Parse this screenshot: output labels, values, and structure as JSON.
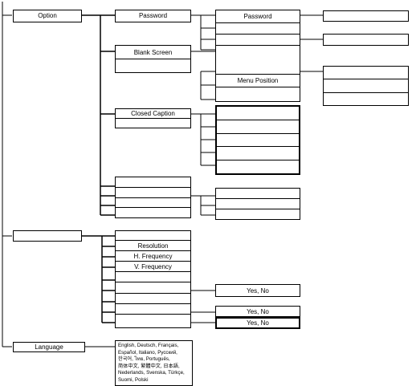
{
  "menu": {
    "option": "Option",
    "password": "Password",
    "password_sub": "Password",
    "blank_screen": "Blank Screen",
    "menu_position": "Menu Position",
    "closed_caption": "Closed Caption",
    "resolution": "Resolution",
    "h_frequency": "H. Frequency",
    "v_frequency": "V. Frequency",
    "yes_no_1": "Yes, No",
    "yes_no_2": "Yes, No",
    "yes_no_3": "Yes, No",
    "language": "Language",
    "language_options": "English, Deutsch, Français,\nEspañol, Italiano, Русский,\n한국어, ไทย, Português,\n简体中文, 繁體中文, 日本語,\nNederlands, Svenska, Türkçe,\nSuomi, Polski"
  }
}
